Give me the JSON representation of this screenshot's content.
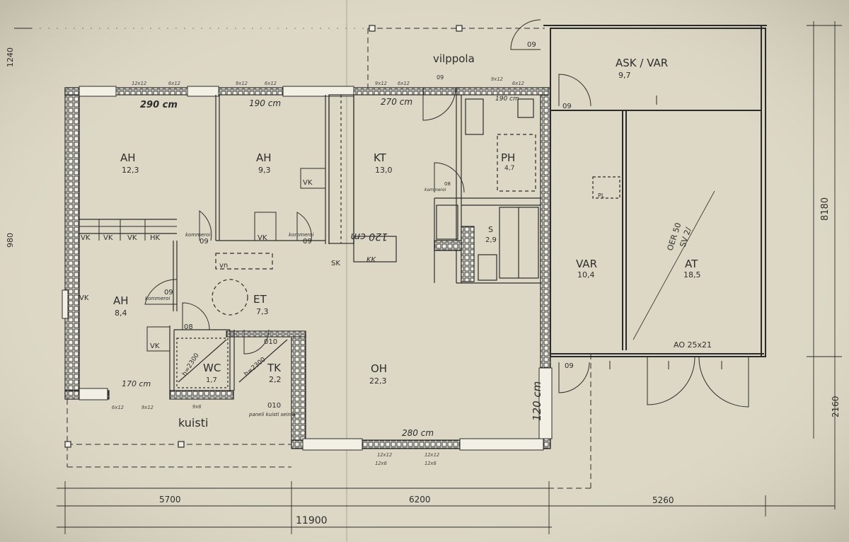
{
  "colors": {
    "paper": "#ddd8c6",
    "ink": "#2b2b2b",
    "wall_fill": "#f4f1e6",
    "wall_pattern": "#3a3a3a"
  },
  "rooms": {
    "ah1": {
      "name": "AH",
      "area": "12,3"
    },
    "ah2": {
      "name": "AH",
      "area": "9,3"
    },
    "ah3": {
      "name": "AH",
      "area": "8,4"
    },
    "kt": {
      "name": "KT",
      "area": "13,0"
    },
    "ph": {
      "name": "PH",
      "area": "4,7"
    },
    "s": {
      "name": "S",
      "area": "2,9"
    },
    "et": {
      "name": "ET",
      "area": "7,3"
    },
    "wc": {
      "name": "WC",
      "area": "1,7"
    },
    "tk": {
      "name": "TK",
      "area": "2,2"
    },
    "oh": {
      "name": "OH",
      "area": "22,3"
    },
    "var": {
      "name": "VAR",
      "area": "10,4"
    },
    "at": {
      "name": "AT",
      "area": "18,5"
    },
    "askvar": {
      "name": "ASK / VAR",
      "area": "9,7"
    },
    "vilppola": {
      "name": "vilppola"
    },
    "kuisti": {
      "name": "kuisti"
    }
  },
  "labels": {
    "vk": "VK",
    "hk": "HK",
    "sk": "SK",
    "pl": "PL",
    "vn": "vn",
    "ao": "AO 25x21",
    "oer": "OER 50",
    "sv": "SV 2/",
    "h2300": "h=2300",
    "door_09": "09",
    "door_08": "08",
    "door_010": "010",
    "window_12x12": "12x12",
    "window_6x12": "6x12",
    "window_9x12": "9x12",
    "window_12x6": "12x6",
    "window_9x6": "9x6"
  },
  "notes": {
    "w290": "290 cm",
    "w190": "190 cm",
    "w270": "270 cm",
    "w190b": "190 cm",
    "w170": "170 cm",
    "w280": "280 cm",
    "h120": "120 cm",
    "k120": "120 cm",
    "kk": "KK",
    "kommerol": "kommeroi",
    "panel": "paneli kuisti seiniä"
  },
  "dimensions": {
    "d1": "5700",
    "d2": "6200",
    "d3": "5260",
    "total": "11900",
    "right": "8180",
    "right2": "2160",
    "left": "1240",
    "left2": "980"
  }
}
